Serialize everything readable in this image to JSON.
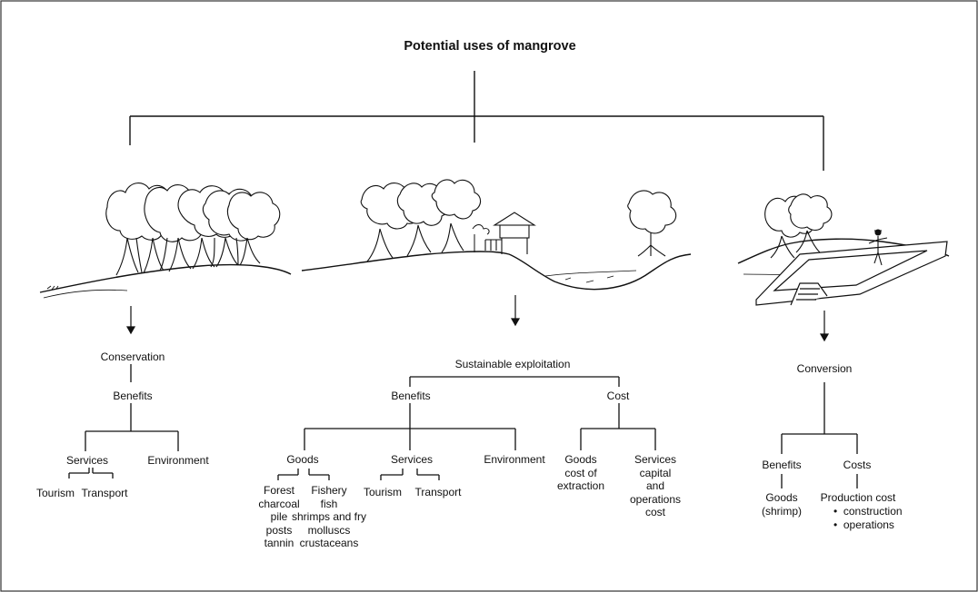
{
  "title": "Potential uses of mangrove",
  "conservation": {
    "label": "Conservation",
    "benefits": "Benefits",
    "services": "Services",
    "environment": "Environment",
    "tourism": "Tourism",
    "transport": "Transport"
  },
  "sustainable": {
    "label": "Sustainable exploitation",
    "benefits": "Benefits",
    "cost": "Cost",
    "goods": "Goods",
    "services": "Services",
    "environment": "Environment",
    "forest": [
      "Forest",
      "charcoal",
      "pile",
      "posts",
      "tannin"
    ],
    "fishery": [
      "Fishery",
      "fish",
      "shrimps and fry",
      "molluscs",
      "crustaceans"
    ],
    "tourism": "Tourism",
    "transport": "Transport",
    "goods_cost": [
      "Goods",
      "cost of",
      "extraction"
    ],
    "services_cost": [
      "Services",
      "capital",
      "and",
      "operations",
      "cost"
    ]
  },
  "conversion": {
    "label": "Conversion",
    "benefits": "Benefits",
    "costs": "Costs",
    "goods": [
      "Goods",
      "(shrimp)"
    ],
    "production_cost": "Production cost",
    "production_items": [
      "construction",
      "operations"
    ]
  }
}
